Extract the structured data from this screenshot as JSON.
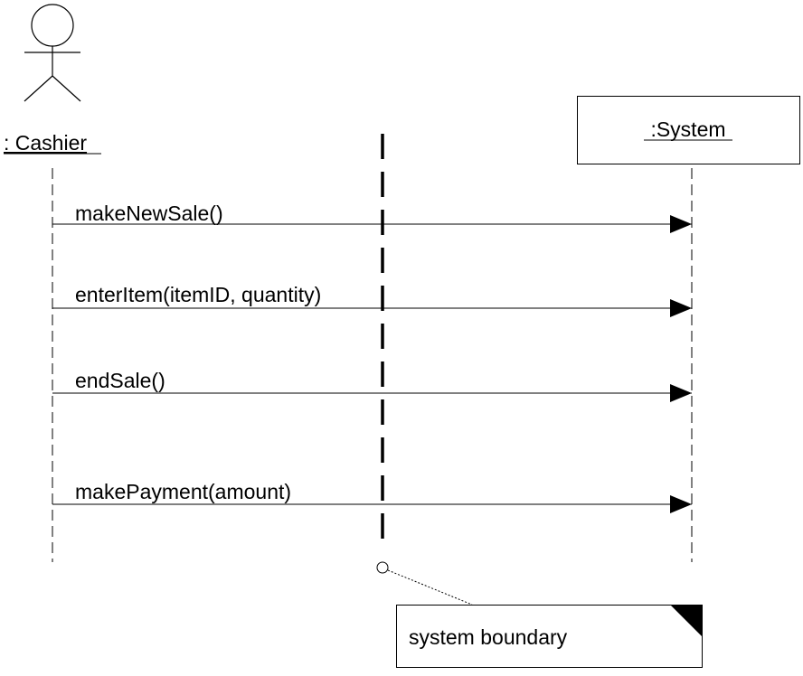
{
  "actor": {
    "label": ": Cashier",
    "icon": "stick-figure-icon"
  },
  "system": {
    "label": ":System"
  },
  "messages": [
    {
      "label": "makeNewSale()"
    },
    {
      "label": "enterItem(itemID, quantity)"
    },
    {
      "label": "endSale()"
    },
    {
      "label": "makePayment(amount)"
    }
  ],
  "note": {
    "text": "system boundary"
  },
  "colors": {
    "stroke": "#000000",
    "background": "#ffffff"
  }
}
